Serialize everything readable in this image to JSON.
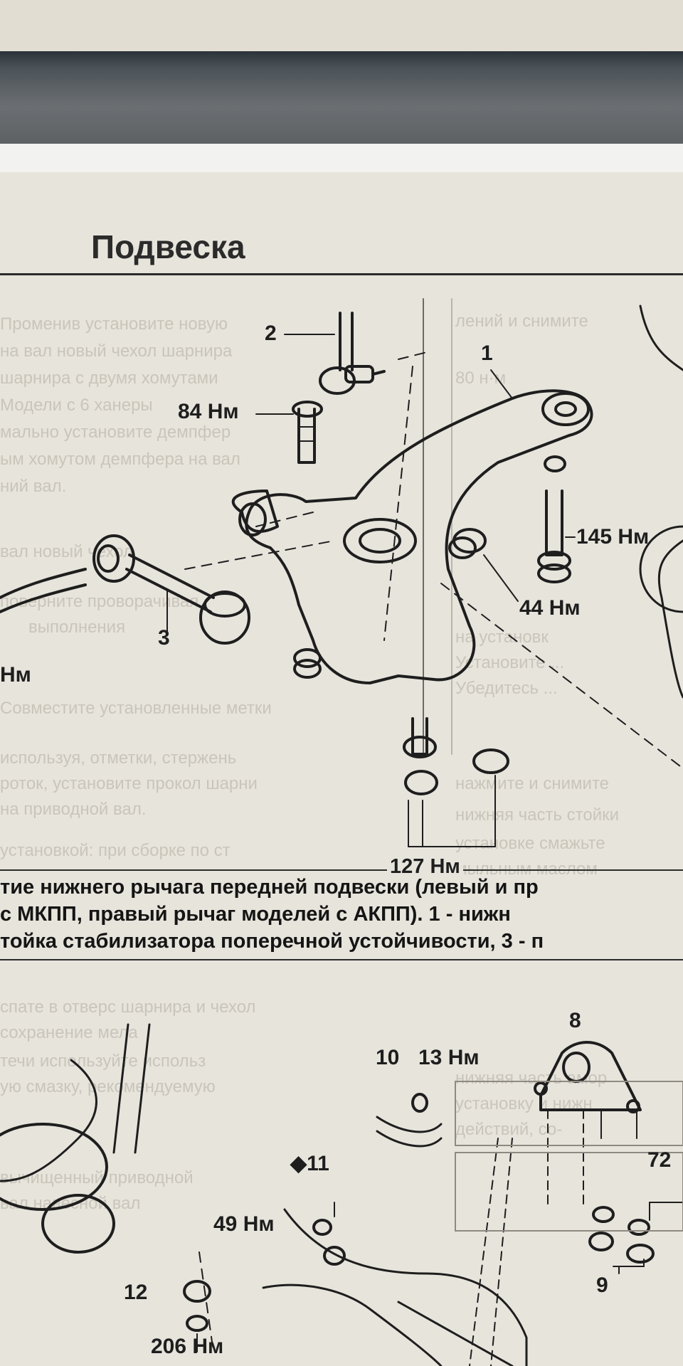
{
  "page": {
    "title": "Подвеска"
  },
  "figure_top": {
    "labels": {
      "part_2": "2",
      "part_1": "1",
      "part_3": "3",
      "torque_84": "84 Нм",
      "torque_145": "145 Нм",
      "torque_44": "44 Нм",
      "torque_127": "127 Нм",
      "torque_cut_left": "Нм"
    }
  },
  "caption": {
    "line1": "тие нижнего рычага передней подвески (левый и пр",
    "line2": "с МКПП, правый рычаг моделей с АКПП). 1 - нижн",
    "line3": "тойка стабилизатора поперечной устойчивости, 3 - п"
  },
  "figure_bottom": {
    "labels": {
      "part_10": "10",
      "torque_13": "13 Нм",
      "part_8": "8",
      "part_11": "◆11",
      "torque_49": "49 Нм",
      "part_72": "72",
      "part_12": "12",
      "part_9": "9",
      "torque_206": "206 Нм"
    }
  },
  "bleed_text": {
    "l1": "Променив установите новую",
    "l2": "на вал новый чехол шарнира",
    "l3": "шарнира с двумя хомутами",
    "l4": "Модели с 6 ханеры",
    "l5": "мально установите демпфер",
    "l6": "ым хомутом демпфера на вал",
    "l7": "ний вал.",
    "l8": "вал новый чехол",
    "l9": "поверните проворачивая",
    "l10": "выполнения",
    "l11": "Совместите установленные метки",
    "l12": "используя, отметки, стержень",
    "l13": "роток, установите прокол шарни",
    "l14": "на приводной вал.",
    "l15": "установкой: при сборке по ст",
    "l16": "спате в отверс шарнира и чехол",
    "l17": "сохранение мела",
    "l18": "течи используйте использ",
    "l19": "ую смазку, рекомендуемую",
    "l20": "вычищенный приводной",
    "l21": "вал навесной вал",
    "l22": "нажмите и снимите",
    "l23": "нижняя часть стойки",
    "l24": "установке смажьте",
    "l25": "мыльным маслом",
    "r1": "лений и снимите",
    "r2": "80 н·м",
    "r3": "на установк",
    "r4": "Установите ...",
    "r5": "Убедитесь ...",
    "r6": "нижняя часть амор",
    "r7": "установку и нижн",
    "r8": "действий, со-"
  }
}
